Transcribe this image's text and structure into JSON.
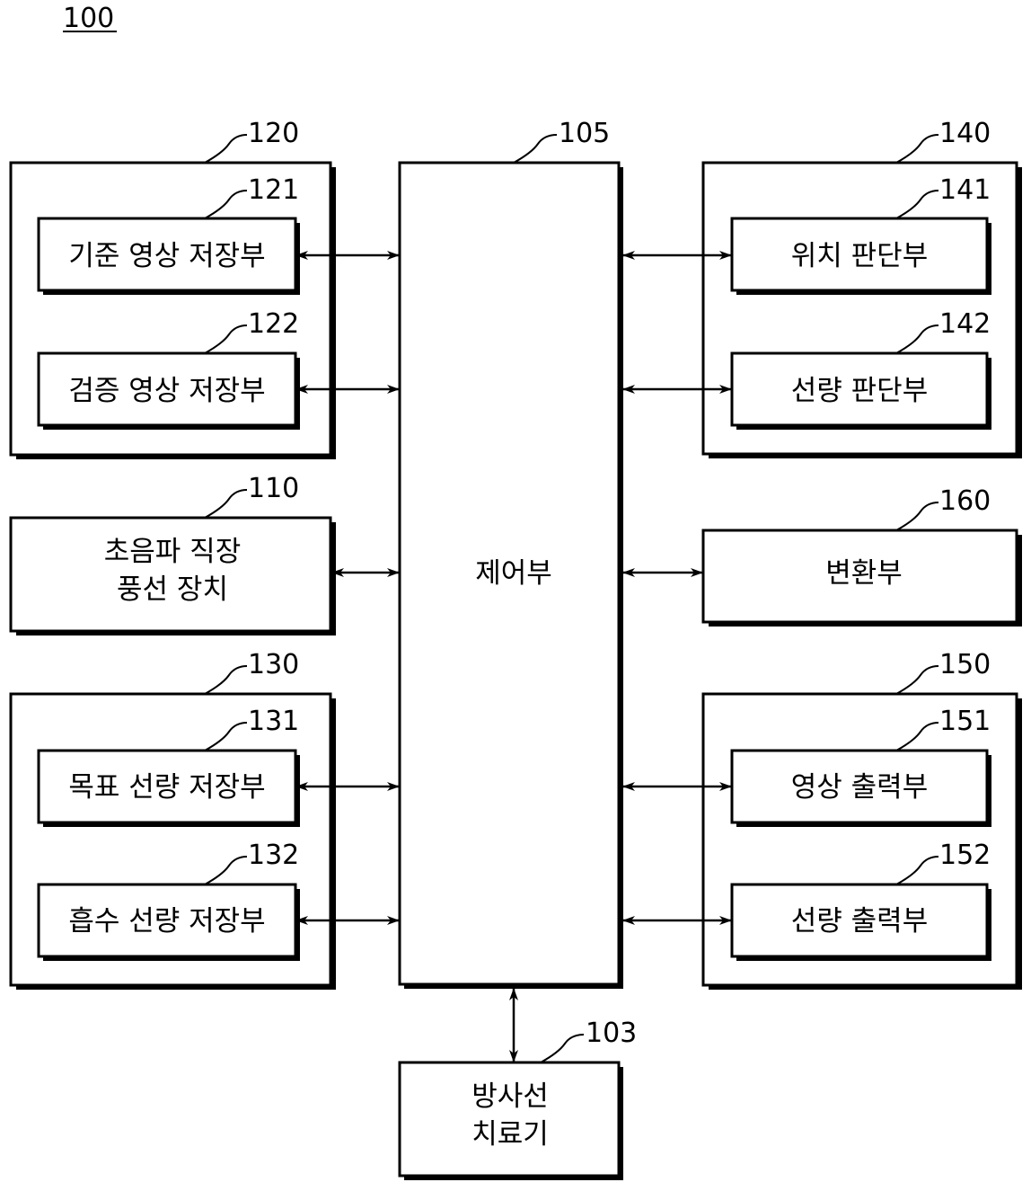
{
  "figure_ref": "100",
  "controller": {
    "ref": "105",
    "label": "제어부"
  },
  "group_120": {
    "ref": "120",
    "items": [
      {
        "ref": "121",
        "label": "기준 영상 저장부"
      },
      {
        "ref": "122",
        "label": "검증 영상 저장부"
      }
    ]
  },
  "unit_110": {
    "ref": "110",
    "line1": "초음파 직장",
    "line2": "풍선 장치"
  },
  "group_130": {
    "ref": "130",
    "items": [
      {
        "ref": "131",
        "label": "목표 선량 저장부"
      },
      {
        "ref": "132",
        "label": "흡수 선량 저장부"
      }
    ]
  },
  "group_140": {
    "ref": "140",
    "items": [
      {
        "ref": "141",
        "label": "위치 판단부"
      },
      {
        "ref": "142",
        "label": "선량 판단부"
      }
    ]
  },
  "unit_160": {
    "ref": "160",
    "label": "변환부"
  },
  "group_150": {
    "ref": "150",
    "items": [
      {
        "ref": "151",
        "label": "영상 출력부"
      },
      {
        "ref": "152",
        "label": "선량 출력부"
      }
    ]
  },
  "unit_103": {
    "ref": "103",
    "line1": "방사선",
    "line2": "치료기"
  }
}
